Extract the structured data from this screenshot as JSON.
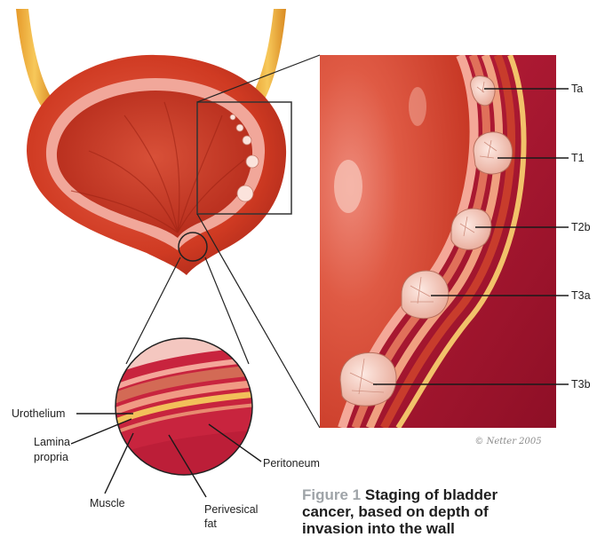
{
  "stage_labels": {
    "ta": "Ta",
    "t1": "T1",
    "t2b": "T2b",
    "t3a": "T3a",
    "t3b": "T3b"
  },
  "layer_labels": {
    "urothelium": "Urothelium",
    "lamina_propria_line1": "Lamina",
    "lamina_propria_line2": "propria",
    "muscle": "Muscle",
    "perivesical_line1": "Perivesical",
    "perivesical_line2": "fat",
    "peritoneum": "Peritoneum"
  },
  "caption": {
    "figure_label": "Figure 1",
    "line1_text": "Staging of bladder",
    "line2": "cancer, based on depth of",
    "line3": "invasion into the wall"
  },
  "signature_text": "© Netter 2005",
  "colors": {
    "bladder_outer": "#d8452a",
    "bladder_inner": "#c7331f",
    "mucosa": "#f1a79a",
    "ureter": "#f2b540",
    "tumor": "#f8d2c6",
    "zoom_bg": "#a8142f",
    "label_line": "#1a1a1a",
    "caption_grey": "#9fa4a8"
  }
}
